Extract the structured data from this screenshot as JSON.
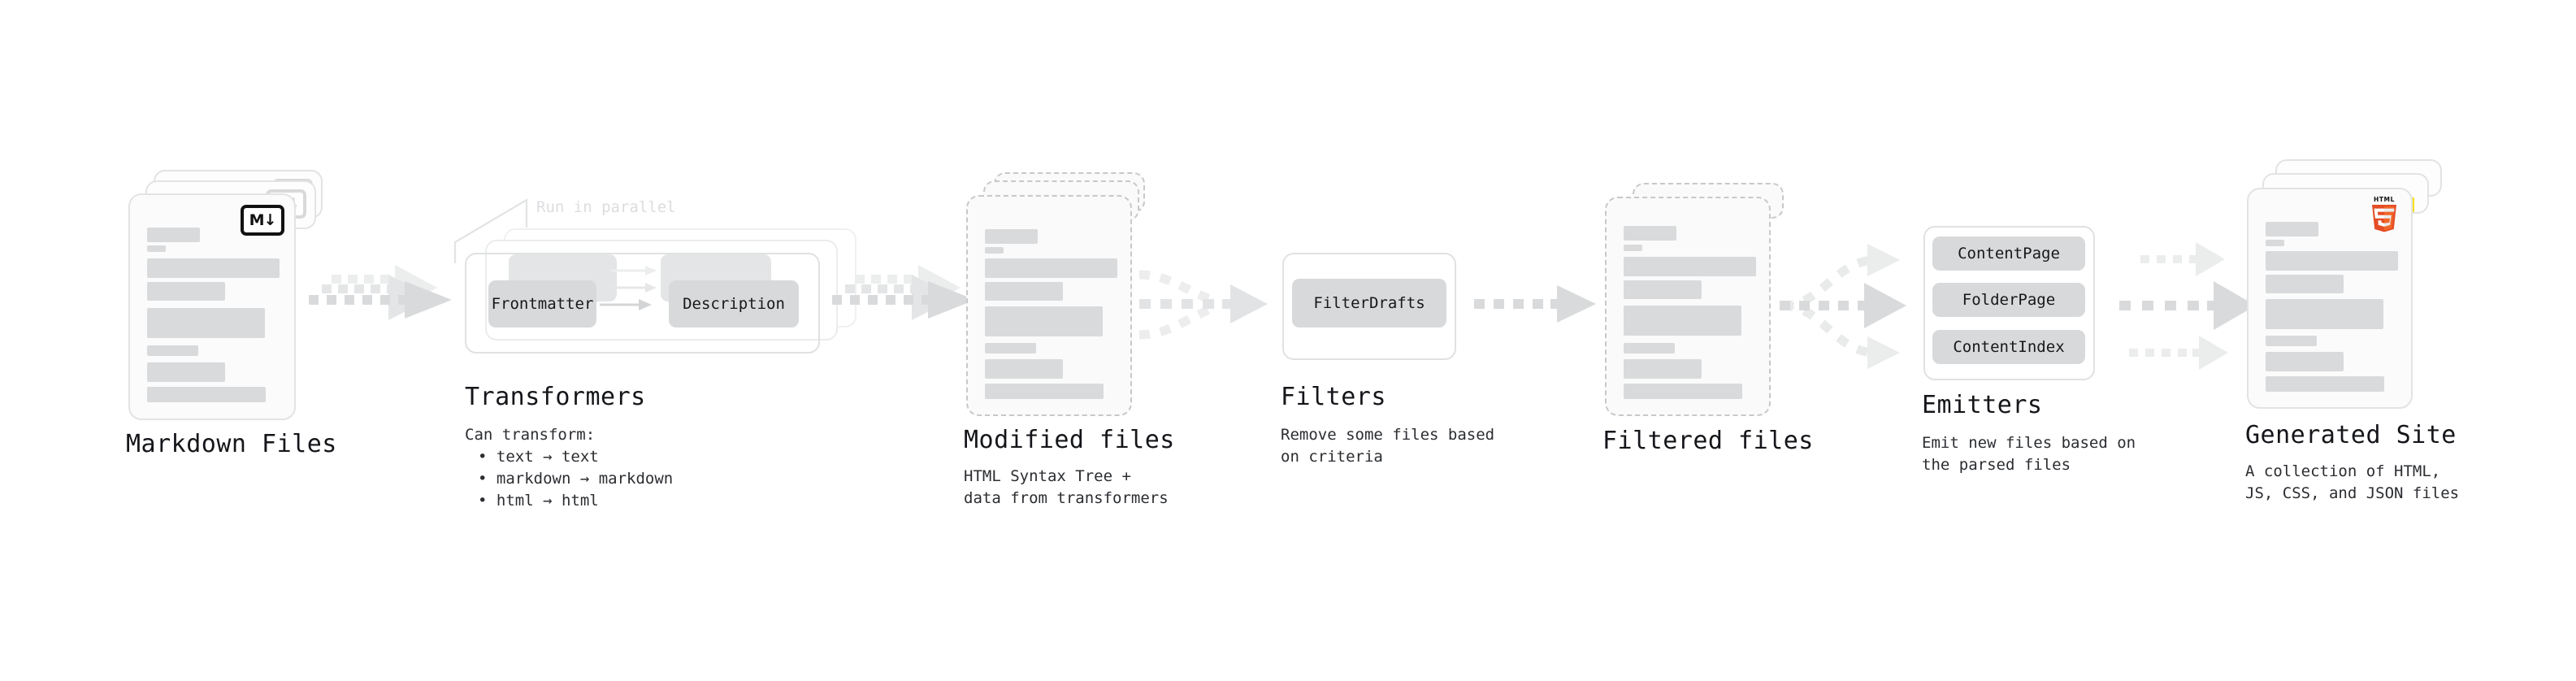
{
  "diagram": {
    "title_font_size": 30,
    "accent_colors": {
      "skeleton_bar": "#d9dadb",
      "card_border": "#e2e3e4",
      "dashed_border": "#c7c8ca",
      "arrow": "#d9dadb",
      "pill": "#d8d9da",
      "html5_orange": "#e44d26",
      "html5_orange_light": "#f16529",
      "js_yellow": "#f7df1e",
      "css_blue": "#264de4"
    },
    "stages": [
      {
        "id": "markdown-files",
        "title": "Markdown Files",
        "desc": "",
        "bullets": [],
        "badge": "markdown-down-arrow",
        "badge_text": "M↓"
      },
      {
        "id": "transformers",
        "title": "Transformers",
        "desc": "Can transform:",
        "bullets": [
          "• text → text",
          "• markdown → markdown",
          "• html → html"
        ],
        "parallel_label": "Run in parallel",
        "nodes": [
          "Frontmatter",
          "Description"
        ]
      },
      {
        "id": "modified-files",
        "title": "Modified files",
        "desc": "HTML Syntax Tree +\ndata from transformers",
        "bullets": []
      },
      {
        "id": "filters",
        "title": "Filters",
        "desc": "Remove some files based\non criteria",
        "bullets": [],
        "nodes": [
          "FilterDrafts"
        ]
      },
      {
        "id": "filtered-files",
        "title": "Filtered files",
        "desc": "",
        "bullets": []
      },
      {
        "id": "emitters",
        "title": "Emitters",
        "desc": "Emit new files based on\nthe parsed files",
        "bullets": [],
        "nodes": [
          "ContentPage",
          "FolderPage",
          "ContentIndex"
        ]
      },
      {
        "id": "generated-site",
        "title": "Generated Site",
        "desc": "A collection of HTML,\nJS, CSS, and JSON files",
        "bullets": [],
        "badges": [
          "html5-logo",
          "js-logo",
          "css3-logo"
        ],
        "badge_text": "HTML"
      }
    ]
  }
}
